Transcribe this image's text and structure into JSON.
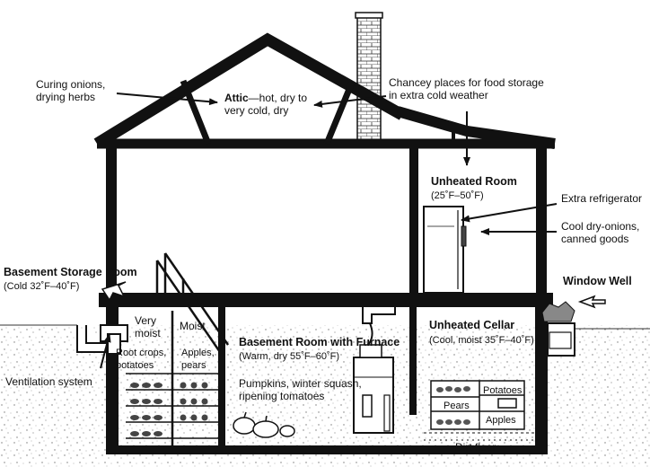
{
  "labels": {
    "curing": "Curing onions,\ndrying herbs",
    "attic_title": "Attic",
    "attic_desc": "—hot, dry to\nvery cold, dry",
    "chancey": "Chancey places for food storage\nin extra cold weather",
    "unheated_room_title": "Unheated Room",
    "unheated_room_temp": "(25˚F–50˚F)",
    "extra_fridge": "Extra refrigerator",
    "cool_dry": "Cool dry-onions,\ncanned goods",
    "basement_storage_title": "Basement Storage Room",
    "basement_storage_temp": "(Cold 32˚F–40˚F)",
    "window_well": "Window Well",
    "very_moist": "Very\nmoist",
    "moist": "Moist",
    "root_crops": "Root crops,\npotatoes",
    "apples_pears": "Apples,\npears",
    "furnace_title": "Basement Room with Furnace",
    "furnace_temp": "(Warm, dry 55˚F–60˚F)",
    "pumpkins": "Pumpkins, winter squash,\nripening tomatoes",
    "cellar_title": "Unheated Cellar",
    "cellar_temp": "(Cool, moist 35˚F–40˚F)",
    "ventilation": "Ventilation system",
    "dirt_floor": "Dirt floor",
    "bin_potatoes": "Potatoes",
    "bin_pears": "Pears",
    "bin_apples": "Apples"
  }
}
